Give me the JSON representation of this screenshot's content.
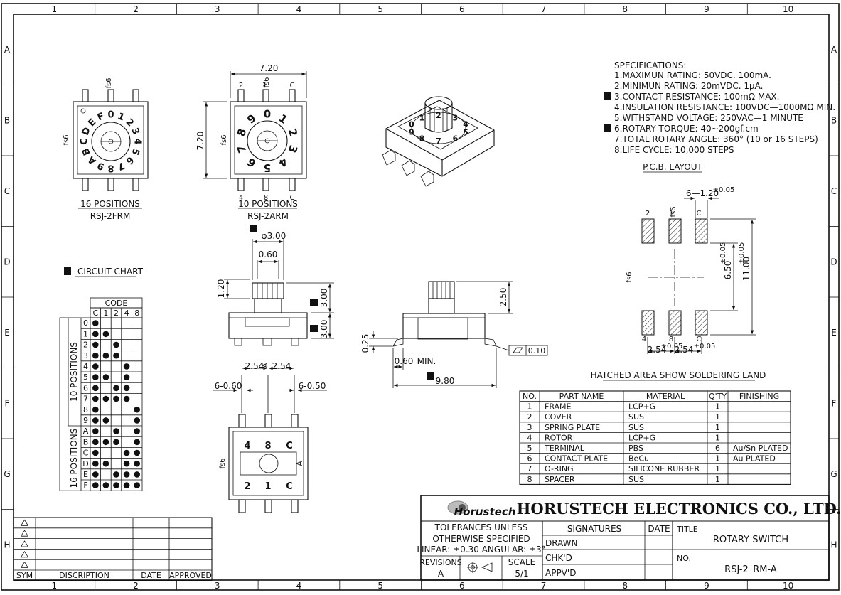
{
  "frame": {
    "col_labels": [
      "1",
      "2",
      "3",
      "4",
      "5",
      "6",
      "7",
      "8",
      "9",
      "10"
    ],
    "row_labels": [
      "A",
      "B",
      "C",
      "D",
      "E",
      "F",
      "G",
      "H"
    ]
  },
  "views": {
    "rsj2frm": {
      "positions": "16 POSITIONS",
      "model": "RSJ-2FRM",
      "dial_chars": [
        "0",
        "1",
        "2",
        "3",
        "4",
        "5",
        "6",
        "7",
        "8",
        "9",
        "A",
        "B",
        "C",
        "D",
        "E",
        "F"
      ],
      "pin_label": "fs6"
    },
    "rsj2arm": {
      "positions": "10 POSITIONS",
      "model": "RSJ-2ARM",
      "dial_chars": [
        "0",
        "1",
        "2",
        "3",
        "4",
        "5",
        "6",
        "7",
        "8",
        "9"
      ],
      "width_dim": "7.20",
      "height_dim": "7.20",
      "pin_top": [
        "2",
        "1",
        "C"
      ],
      "pin_bottom": [
        "4",
        "8",
        "C"
      ],
      "pin_label": "fs6"
    },
    "side": {
      "shaft_dia": "φ3.00",
      "flat": "0.60",
      "h_shaft": "1.20",
      "h_a": "3.00",
      "h_b": "3.00"
    },
    "bottom": {
      "pitch_a": "2.54",
      "pitch_b": "2.54",
      "pin_w_a": "6-0.60",
      "pin_w_b": "6-0.50",
      "top_labels": [
        "4",
        "8",
        "C"
      ],
      "bottom_labels": [
        "2",
        "1",
        "C"
      ],
      "marker": "A"
    },
    "front": {
      "h_shaft": "2.50",
      "h_base": "0.25",
      "min_lead": "0.60",
      "min_text": "MIN.",
      "length": "9.80",
      "flatness": "0.10"
    },
    "iso": {
      "dial_chars": [
        "7",
        "8",
        "9",
        "0",
        "1",
        "2",
        "3",
        "4",
        "5",
        "6"
      ]
    }
  },
  "specs": {
    "title": "SPECIFICATIONS:",
    "lines": [
      "1.MAXIMUN  RATING:  50VDC.  100mA.",
      "2.MINIMUN  RATING:  20mVDC.  1μA.",
      "3.CONTACT  RESISTANCE:  100mΩ  MAX.",
      "4.INSULATION  RESISTANCE:  100VDC—1000MΩ  MIN.",
      "5.WITHSTAND  VOLTAGE:  250VAC—1  MINUTE",
      "6.ROTARY  TORQUE:  40~200gf.cm",
      "7.TOTAL  ROTARY  ANGLE:  360°  (10  or  16  STEPS)",
      "8.LIFE  CYCLE:  10,000  STEPS"
    ]
  },
  "pcb": {
    "title": "P.C.B.  LAYOUT",
    "pad_dim": "6—1.20",
    "pad_tol": "±0.05",
    "v_dim_a": "6.50",
    "v_dim_b": "11.00",
    "v_tol": "±0.05",
    "h_dim_a": "2.54",
    "h_dim_b": "2.54",
    "h_tol": "±0.05",
    "top_labels": [
      "2",
      "1",
      "C"
    ],
    "bottom_labels": [
      "4",
      "8",
      "C"
    ],
    "side_label": "fs6",
    "note": "HATCHED  AREA  SHOW  SOLDERING  LAND"
  },
  "circuit": {
    "title": "CIRCUIT  CHART",
    "code_header": "CODE",
    "cols": [
      "C",
      "1",
      "2",
      "4",
      "8"
    ],
    "rows": [
      "0",
      "1",
      "2",
      "3",
      "4",
      "5",
      "6",
      "7",
      "8",
      "9",
      "A",
      "B",
      "C",
      "D",
      "E",
      "F"
    ],
    "group_10": "10  POSITIONS",
    "group_16": "16  POSITIONS",
    "dots": [
      [
        1,
        0,
        0,
        0,
        0
      ],
      [
        1,
        1,
        0,
        0,
        0
      ],
      [
        1,
        0,
        1,
        0,
        0
      ],
      [
        1,
        1,
        1,
        0,
        0
      ],
      [
        1,
        0,
        0,
        1,
        0
      ],
      [
        1,
        1,
        0,
        1,
        0
      ],
      [
        1,
        0,
        1,
        1,
        0
      ],
      [
        1,
        1,
        1,
        1,
        0
      ],
      [
        1,
        0,
        0,
        0,
        1
      ],
      [
        1,
        1,
        0,
        0,
        1
      ],
      [
        1,
        0,
        1,
        0,
        1
      ],
      [
        1,
        1,
        1,
        0,
        1
      ],
      [
        1,
        0,
        0,
        1,
        1
      ],
      [
        1,
        1,
        0,
        1,
        1
      ],
      [
        1,
        0,
        1,
        1,
        1
      ],
      [
        1,
        1,
        1,
        1,
        1
      ]
    ]
  },
  "bom": {
    "headers": [
      "NO.",
      "PART  NAME",
      "MATERIAL",
      "Q'TY",
      "FINISHING"
    ],
    "rows": [
      [
        "1",
        "FRAME",
        "LCP+G",
        "1",
        ""
      ],
      [
        "2",
        "COVER",
        "SUS",
        "1",
        ""
      ],
      [
        "3",
        "SPRING  PLATE",
        "SUS",
        "1",
        ""
      ],
      [
        "4",
        "ROTOR",
        "LCP+G",
        "1",
        ""
      ],
      [
        "5",
        "TERMINAL",
        "PBS",
        "6",
        "Au/Sn  PLATED"
      ],
      [
        "6",
        "CONTACT  PLATE",
        "BeCu",
        "1",
        "Au  PLATED"
      ],
      [
        "7",
        "O-RING",
        "SILICONE  RUBBER",
        "1",
        ""
      ],
      [
        "8",
        "SPACER",
        "SUS",
        "1",
        ""
      ]
    ]
  },
  "titleblock": {
    "logo": "Horustech",
    "company": "HORUSTECH  ELECTRONICS  CO.,  LTD.",
    "tol1": "TOLERANCES  UNLESS",
    "tol2": "OTHERWISE  SPECIFIED",
    "tol3": "LINEAR: ±0.30 ANGULAR:  ±3°",
    "revisions": "REVISIONS",
    "rev_value": "A",
    "scale": "SCALE",
    "scale_value": "5/1",
    "signatures": "SIGNATURES",
    "date": "DATE",
    "drawn": "DRAWN",
    "chkd": "CHK'D",
    "appvd": "APPV'D",
    "title_label": "TITLE",
    "title_value": "ROTARY  SWITCH",
    "no_label": "NO.",
    "no_value": "RSJ-2_RM-A"
  },
  "revtable": {
    "headers": [
      "SYM",
      "DISCRIPTION",
      "DATE",
      "APPROVED"
    ]
  }
}
